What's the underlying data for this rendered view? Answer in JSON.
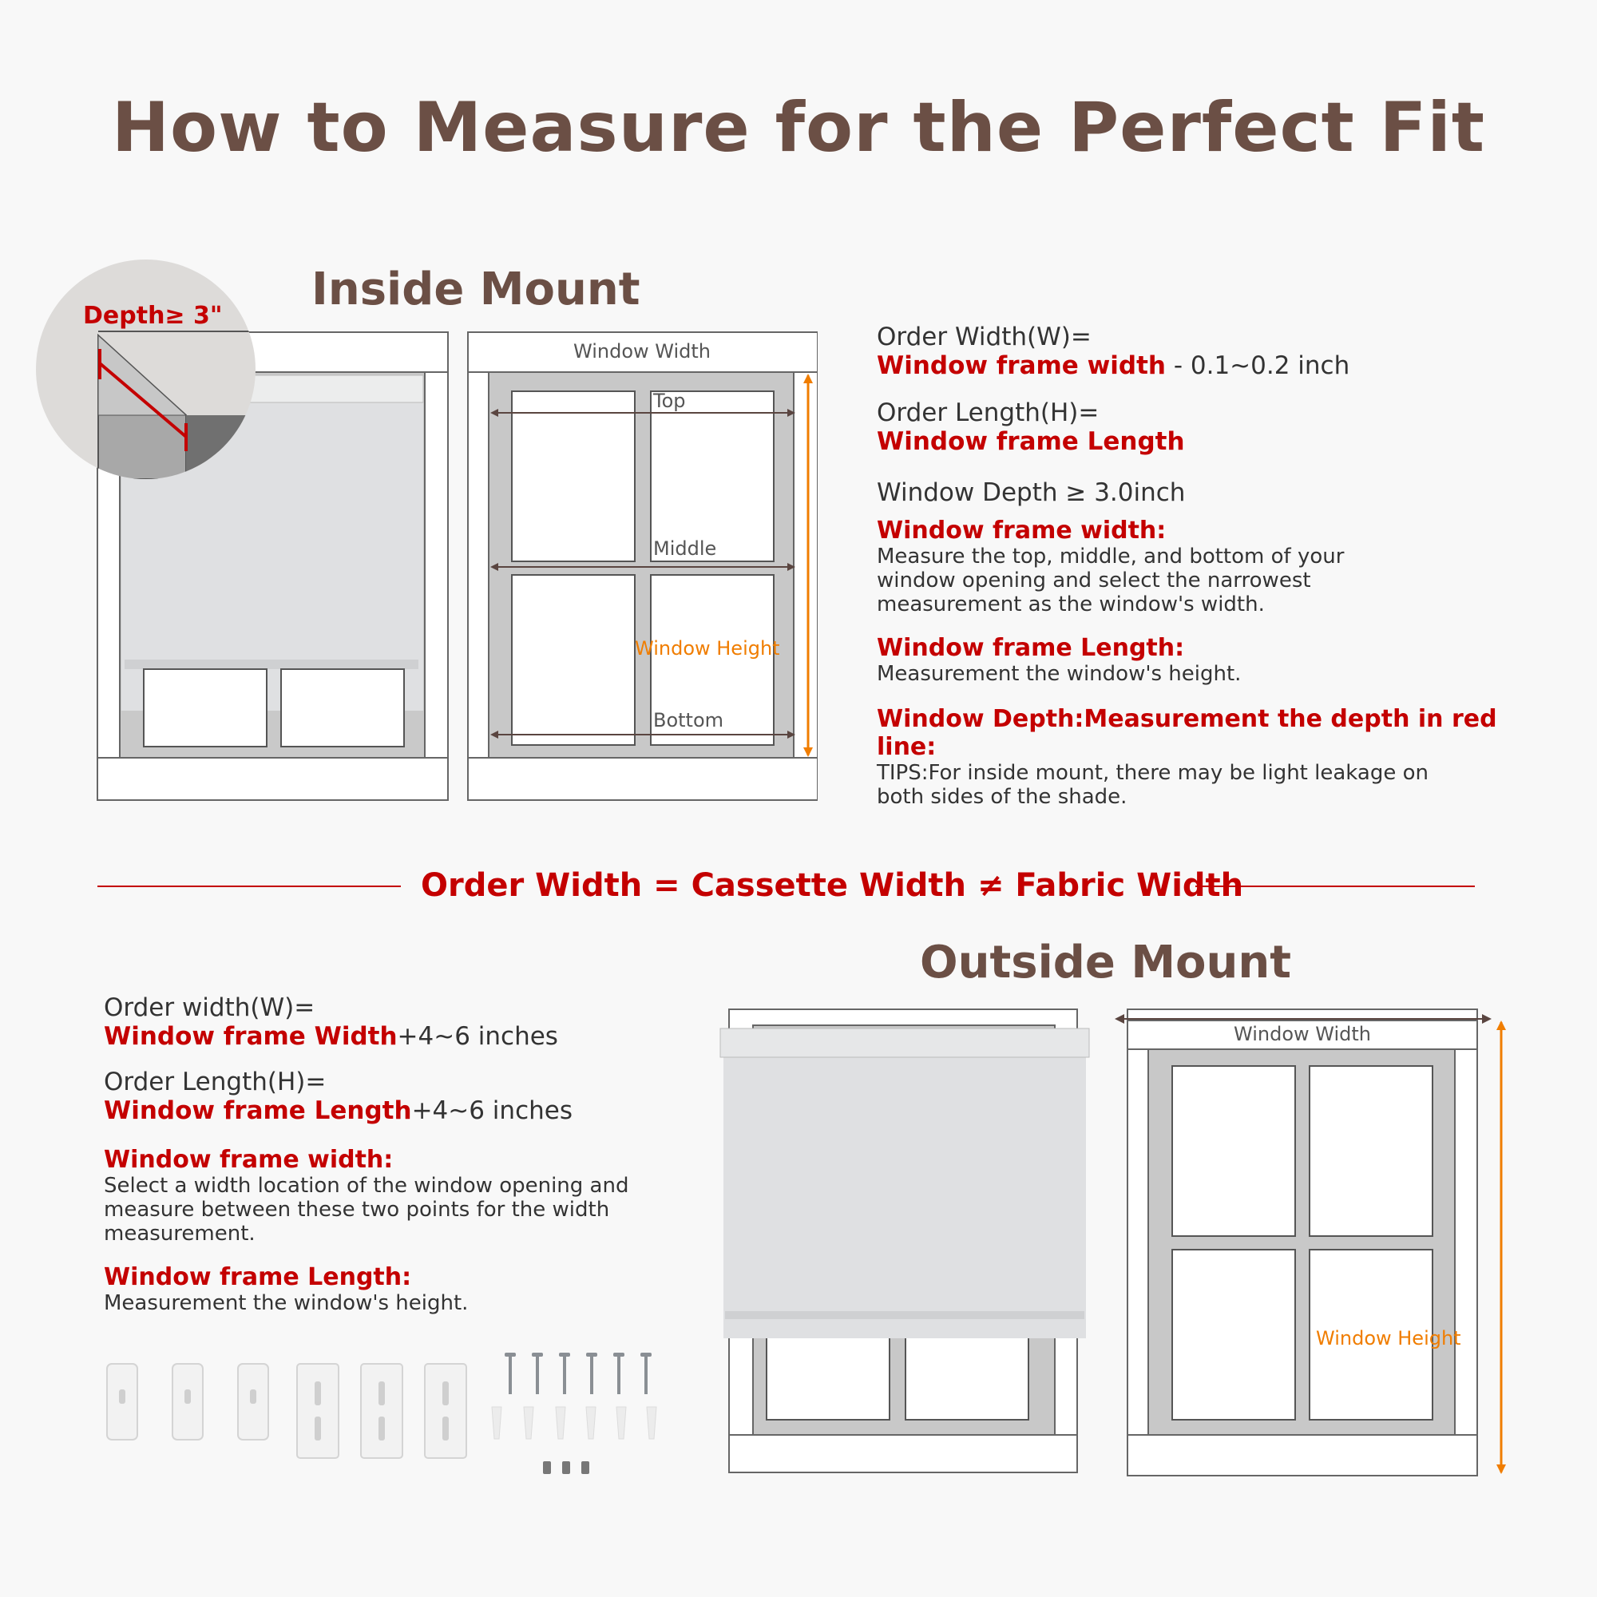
{
  "title": "How to Measure for the Perfect Fit",
  "inside": {
    "title": "Inside Mount",
    "depth_label": "Depth≥ 3\"",
    "diagram": {
      "window_width": "Window Width",
      "top": "Top",
      "middle": "Middle",
      "bottom": "Bottom",
      "window_height": "Window Height"
    },
    "order_width_label": "Order Width(W)=",
    "order_width_red": "Window frame width",
    "order_width_rest": " - 0.1~0.2 inch",
    "order_length_label": "Order Length(H)=",
    "order_length_red": "Window frame Length",
    "depth_req": "Window Depth ≥ 3.0inch",
    "frame_width_head": "Window frame width:",
    "frame_width_body": "Measure the top, middle, and bottom of your window opening and select the narrowest measurement as the window's width.",
    "frame_length_head": "Window frame Length:",
    "frame_length_body": "Measurement the window's height.",
    "depth_head": "Window Depth:Measurement the depth in red line:",
    "tips_body": "TIPS:For inside mount, there may be light leakage on both sides of the shade."
  },
  "banner": "Order Width = Cassette  Width ≠ Fabric Width",
  "outside": {
    "title": "Outside Mount",
    "order_width_label": "Order width(W)=",
    "order_width_red": "Window frame Width",
    "order_width_rest": "+4~6 inches",
    "order_length_label": "Order Length(H)=",
    "order_length_red": "Window frame Length",
    "order_length_rest": "+4~6 inches",
    "frame_width_head": "Window frame width:",
    "frame_width_body": "Select a width location of the window opening and measure between these two points for the width measurement.",
    "frame_length_head": "Window frame Length:",
    "frame_length_body": "Measurement the window's height.",
    "diagram": {
      "window_width": "Window Width",
      "window_height": "Window Height"
    }
  },
  "colors": {
    "title_brown": "#6b4f45",
    "accent_red": "#c40000",
    "accent_orange": "#f07d00",
    "frame_gray": "#c8c8c8",
    "line_brown": "#5a4540"
  }
}
